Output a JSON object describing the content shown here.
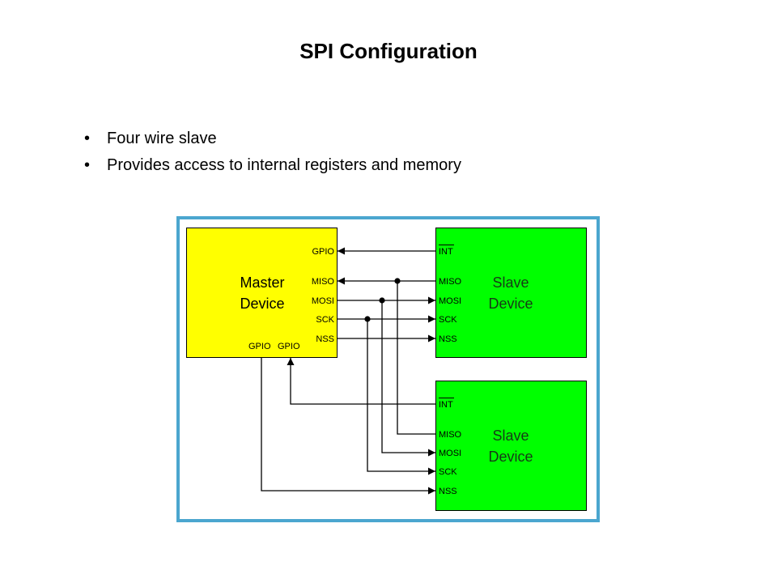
{
  "slide": {
    "title": "SPI Configuration",
    "bullets": [
      "Four wire slave",
      "Provides access to internal registers and memory"
    ],
    "bullet_glyph": "•"
  },
  "diagram": {
    "colors": {
      "frame": "#4ba6cf",
      "master_fill": "#ffff00",
      "slave_fill": "#00ff00",
      "slave_text": "#173a17",
      "wire": "#000000"
    },
    "master": {
      "label_line1": "Master",
      "label_line2": "Device",
      "pins_right": [
        "GPIO",
        "MISO",
        "MOSI",
        "SCK",
        "NSS"
      ],
      "pins_bottom": [
        "GPIO",
        "GPIO"
      ]
    },
    "slaves": [
      {
        "label_line1": "Slave",
        "label_line2": "Device",
        "int_pin": "INT",
        "pins": [
          "MISO",
          "MOSI",
          "SCK",
          "NSS"
        ]
      },
      {
        "label_line1": "Slave",
        "label_line2": "Device",
        "int_pin": "INT",
        "pins": [
          "MISO",
          "MOSI",
          "SCK",
          "NSS"
        ]
      }
    ],
    "connections": [
      {
        "from": "Slave 1 INT",
        "to": "Master GPIO",
        "direction": "to-master"
      },
      {
        "from": "Slave 1 MISO",
        "to": "Master MISO",
        "direction": "to-master"
      },
      {
        "from": "Master MOSI",
        "to": "Slave 1 MOSI",
        "direction": "to-slave"
      },
      {
        "from": "Master SCK",
        "to": "Slave 1 SCK",
        "direction": "to-slave"
      },
      {
        "from": "Master NSS",
        "to": "Slave 1 NSS",
        "direction": "to-slave"
      },
      {
        "from": "Slave 2 INT",
        "to": "Master GPIO (bottom right)",
        "direction": "to-master"
      },
      {
        "from": "Slave 2 MISO",
        "to": "shared MISO bus",
        "direction": "to-master"
      },
      {
        "from": "shared MOSI bus",
        "to": "Slave 2 MOSI",
        "direction": "to-slave"
      },
      {
        "from": "shared SCK bus",
        "to": "Slave 2 SCK",
        "direction": "to-slave"
      },
      {
        "from": "Master GPIO (bottom left)",
        "to": "Slave 2 NSS",
        "direction": "to-slave"
      }
    ]
  }
}
